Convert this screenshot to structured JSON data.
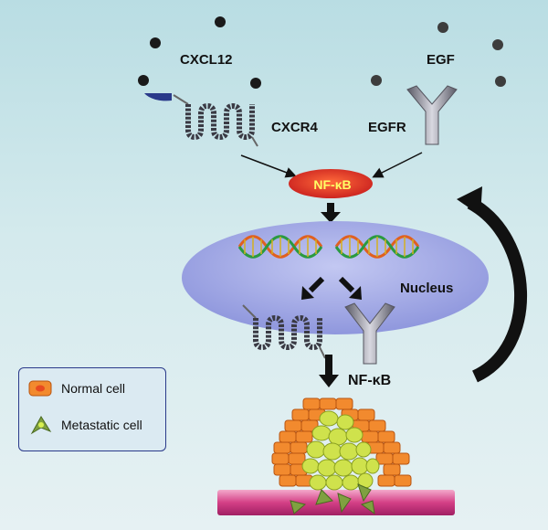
{
  "labels": {
    "ligand_left": "CXCL12",
    "ligand_right": "EGF",
    "receptor_left": "CXCR4",
    "receptor_right": "EGFR",
    "nfkb_top": "NF-κB",
    "nucleus": "Nucleus",
    "nfkb_bottom": "NF-κB"
  },
  "legend": {
    "normal_cell": "Normal cell",
    "metastatic_cell": "Metastatic cell"
  },
  "colors": {
    "background_top": "#b9dde3",
    "nucleus_fill": "#9fa6e6",
    "nfkb_fill": "#e8322a",
    "nfkb_text": "#ffff66",
    "normal_cell": "#f08a30",
    "metastatic_cell": "#c8e04a",
    "vessel": "#d44a8a",
    "receptor": "#6c6c78",
    "ligand_dot": "#1a1a1a"
  },
  "icons": [
    "ligand-dot-icon",
    "cxcr4-receptor-icon",
    "egfr-receptor-icon",
    "dna-helix-icon",
    "normal-cell-icon",
    "metastatic-cell-icon",
    "blood-vessel-icon",
    "feedback-arrow-icon"
  ]
}
